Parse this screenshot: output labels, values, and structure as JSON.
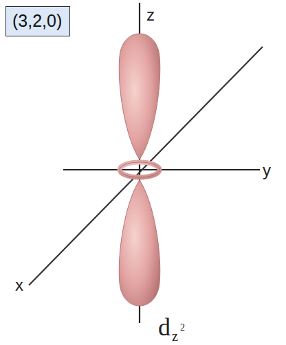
{
  "diagram": {
    "nodes": [
      {
        "text": [
          "(3,2,0)"
        ]
      }
    ],
    "labels": [
      "z",
      "y",
      "x",
      "d",
      "z",
      "2"
    ]
  }
}
